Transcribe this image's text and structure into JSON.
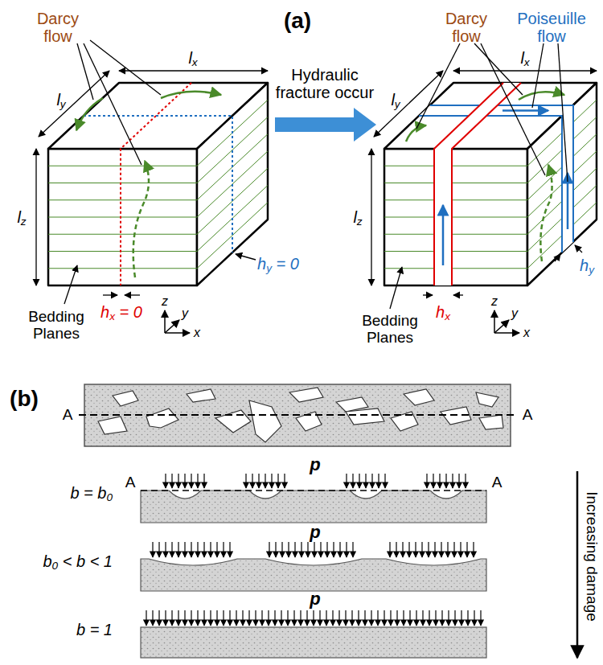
{
  "diagram": {
    "labels": [
      "(a)",
      "Darcy flow",
      "lx",
      "ly",
      "lz",
      "hy = 0",
      "hx = 0",
      "Bedding Planes",
      "z",
      "y",
      "x",
      "Hydraulic fracture occur",
      "Darcy flow",
      "Poiseuille flow",
      "lx",
      "ly",
      "lz",
      "hx",
      "hy",
      "Bedding Planes",
      "z",
      "y",
      "x",
      "(b)",
      "A",
      "A",
      "A",
      "A",
      "p",
      "p",
      "p",
      "b = b0",
      "b0 < b < 1",
      "b = 1",
      "Increasing damage"
    ]
  }
}
